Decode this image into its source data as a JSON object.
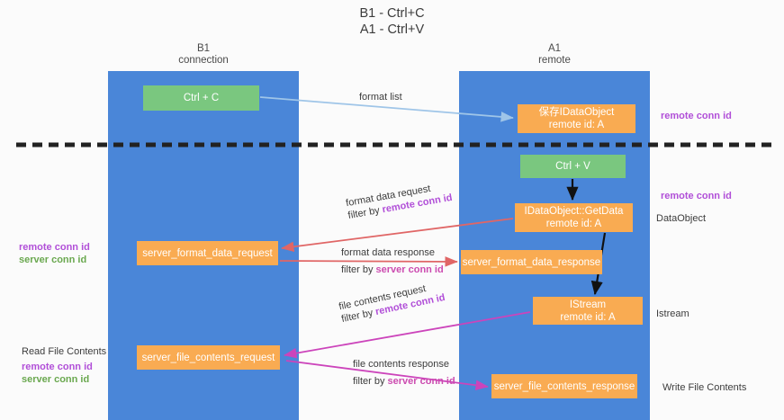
{
  "title": "B1 - Ctrl+C\nA1 - Ctrl+V",
  "columns": {
    "left": {
      "header": "B1\nconnection"
    },
    "right": {
      "header": "A1\nremote"
    }
  },
  "nodes": {
    "ctrl_c": {
      "label": "Ctrl + C",
      "color": "#7ac77f"
    },
    "save_idataobject": {
      "label": "保存IDataObject\nremote id: A",
      "color": "#f9ab52"
    },
    "ctrl_v": {
      "label": "Ctrl + V",
      "color": "#7ac77f"
    },
    "getdata": {
      "label": "IDataObject::GetData\nremote id: A",
      "color": "#f9ab52"
    },
    "server_format_data_request": {
      "label": "server_format_data_request",
      "color": "#f9ab52"
    },
    "server_format_data_response": {
      "label": "server_format_data_response",
      "color": "#f9ab52"
    },
    "istream": {
      "label": "IStream\nremote id: A",
      "color": "#f9ab52"
    },
    "server_file_contents_request": {
      "label": "server_file_contents_request",
      "color": "#f9ab52"
    },
    "server_file_contents_response": {
      "label": "server_file_contents_response",
      "color": "#f9ab52"
    }
  },
  "edge_labels": {
    "format_list": "format list",
    "format_data_request": "format data request",
    "format_data_request_filter_prefix": "filter by ",
    "format_data_request_filter_key": "remote conn id",
    "format_data_response": "format data response",
    "format_data_response_filter_prefix": "filter by ",
    "format_data_response_filter_key": "server conn id",
    "file_contents_request": "file contents request",
    "file_contents_request_filter_prefix": "filter by ",
    "file_contents_request_filter_key": "remote conn id",
    "file_contents_response": "file contents response",
    "file_contents_response_filter_prefix": "filter by ",
    "file_contents_response_filter_key": "server conn id"
  },
  "side_labels": {
    "right_remote_top": "remote conn id",
    "right_remote_mid": "remote conn id",
    "right_dataobject": "DataObject",
    "right_istream": "Istream",
    "right_write_file": "Write File Contents",
    "left_remote_mid": "remote conn id",
    "left_server_mid": "server conn id",
    "left_read_file": "Read File Contents",
    "left_remote_bot": "remote conn id",
    "left_server_bot": "server conn id"
  },
  "colors": {
    "lane": "#4a86d8",
    "green_node": "#7ac77f",
    "orange_node": "#f9ab52",
    "remote_key": "#b14fd8",
    "server_key_green": "#6aa84f",
    "server_key_pink": "#cc4bb0",
    "arrow_blue": "#9fc5e8",
    "arrow_red": "#e06666",
    "arrow_magenta": "#cc44bb",
    "arrow_black": "#111111",
    "divider": "#222222",
    "background": "#fbfbfb"
  }
}
